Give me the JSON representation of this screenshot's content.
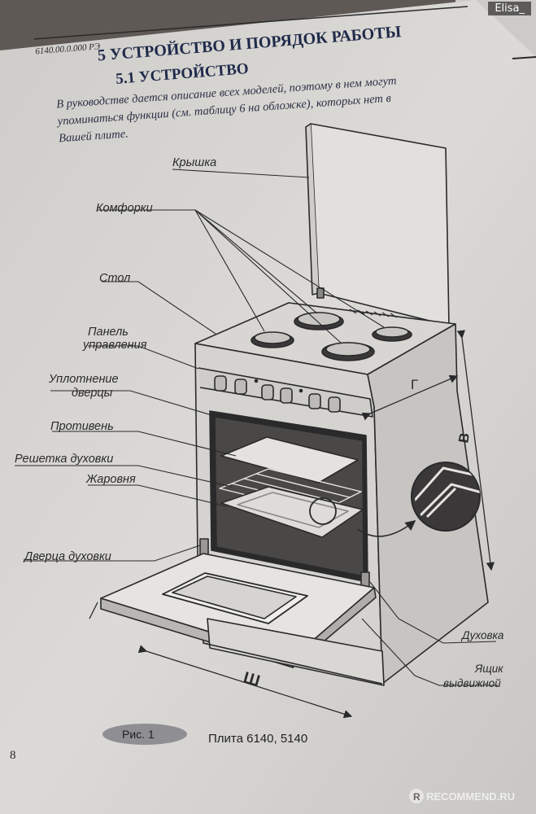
{
  "header": {
    "doc_code": "6140.00.0.000 РЭ",
    "section_title": "5 УСТРОЙСТВО И ПОРЯДОК РАБОТЫ",
    "subsection_title": "5.1 УСТРОЙСТВО"
  },
  "intro": {
    "line1": "В руководстве дается описание всех моделей, поэтому в нем могут",
    "line2": "упоминаться  функции (см. таблицу 6 на  обложке), которых нет в",
    "line3": "Вашей плите."
  },
  "callouts": {
    "lid": "Крышка",
    "burners": "Комфорки",
    "table": "Стол",
    "panel_line1": "Панель",
    "panel_line2": "управления",
    "seal_line1": "Уплотнение",
    "seal_line2": "дверцы",
    "baking_sheet": "Противень",
    "oven_rack": "Решетка духовки",
    "roasting_pan": "Жаровня",
    "oven_door": "Дверца духовки",
    "oven": "Духовка",
    "drawer_line1": "Ящик",
    "drawer_line2": "выдвижной"
  },
  "dimensions": {
    "depth": "Г",
    "height": "В",
    "width": "Ш"
  },
  "figure": {
    "badge": "Рис. 1",
    "caption": "Плита 6140, 5140"
  },
  "page_number": "8",
  "watermarks": {
    "user": "Elisa_",
    "site": "RECOMMEND.RU"
  },
  "colors": {
    "paper": "#d9d7d3",
    "ink": "#2a2a2c",
    "heading_blue": "#1f2a4a",
    "badge_gray": "#8f8f93"
  }
}
